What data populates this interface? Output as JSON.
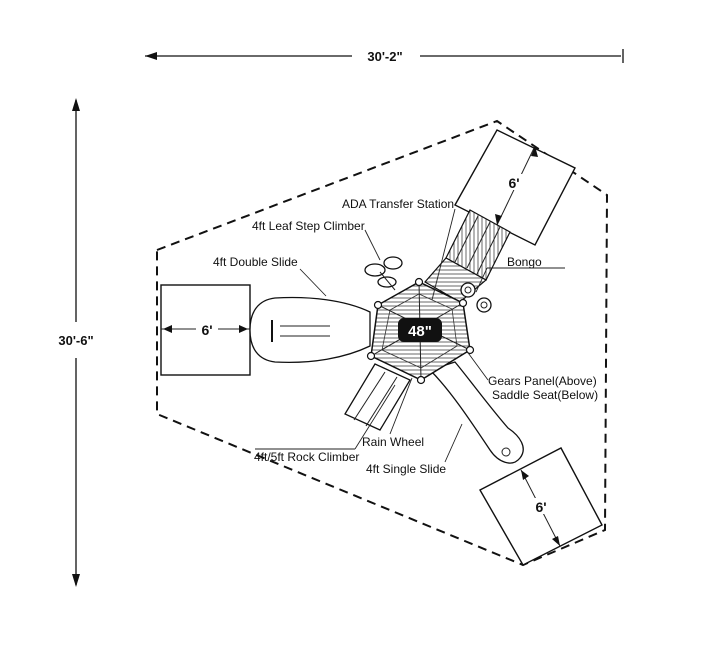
{
  "dimensions": {
    "width": "30'-2\"",
    "height": "30'-6\""
  },
  "deck": {
    "label": "48\""
  },
  "use_zones": {
    "top_right": "6'",
    "left": "6'",
    "bottom_right": "6'"
  },
  "components": {
    "ada_transfer_station": "ADA Transfer Station",
    "leaf_step_climber": "4ft Leaf Step Climber",
    "double_slide": "4ft Double Slide",
    "bongo": "Bongo",
    "gears_panel": "Gears Panel(Above)",
    "saddle_seat": "Saddle Seat(Below)",
    "rain_wheel": "Rain Wheel",
    "rock_climber": "4ft/5ft Rock Climber",
    "single_slide": "4ft Single Slide"
  },
  "colors": {
    "line": "#111111",
    "background": "#ffffff",
    "deck_center": "#111111"
  }
}
